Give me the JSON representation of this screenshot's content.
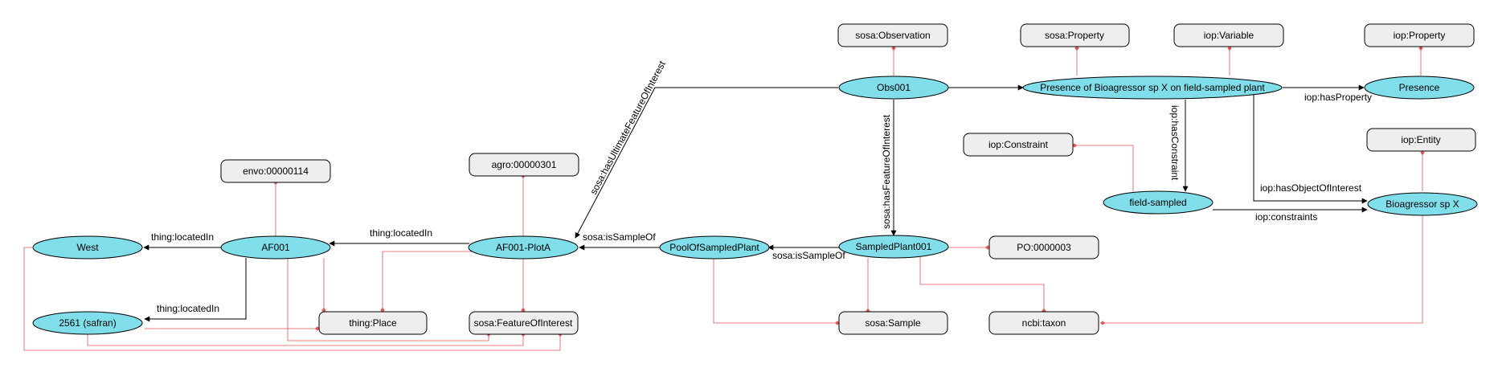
{
  "colors": {
    "instance_fill": "#80deea",
    "class_fill": "#eeeeee",
    "type_edge": "#e05555",
    "property_edge": "#000000"
  },
  "nodes": {
    "sosa_observation": "sosa:Observation",
    "sosa_property": "sosa:Property",
    "iop_variable": "iop:Variable",
    "iop_property": "iop:Property",
    "obs001": "Obs001",
    "presence_var": "Presence of Bioagressor sp X on field-sampled plant",
    "presence": "Presence",
    "iop_constraint": "iop:Constraint",
    "iop_entity": "iop:Entity",
    "field_sampled": "field-sampled",
    "bioagressor": "Bioagressor sp X",
    "envo": "envo:00000114",
    "agro": "agro:00000301",
    "west": "West",
    "af001": "AF001",
    "af001_plota": "AF001-PlotA",
    "pool": "PoolOfSampledPlant",
    "sampled_plant": "SampledPlant001",
    "po": "PO:0000003",
    "safran": "2561 (safran)",
    "thing_place": "thing:Place",
    "sosa_foi": "sosa:FeatureOfInterest",
    "sosa_sample": "sosa:Sample",
    "ncbi_taxon": "ncbi:taxon"
  },
  "edge_labels": {
    "has_ultimate_foi": "sosa:hasUltimateFeatureOfInterest",
    "has_foi": "sosa:hasFeatureOfInterest",
    "has_property": "iop:hasProperty",
    "has_constraint": "iop:hasConstraint",
    "has_object_of_interest": "iop:hasObjectOfInterest",
    "constraints": "iop:constraints",
    "located_in_west": "thing:locatedIn",
    "located_in_af001": "thing:locatedIn",
    "located_in_safran": "thing:locatedIn",
    "is_sample_of_plot": "sosa:isSampleOf",
    "is_sample_of_pool": "sosa:isSampleOf"
  }
}
